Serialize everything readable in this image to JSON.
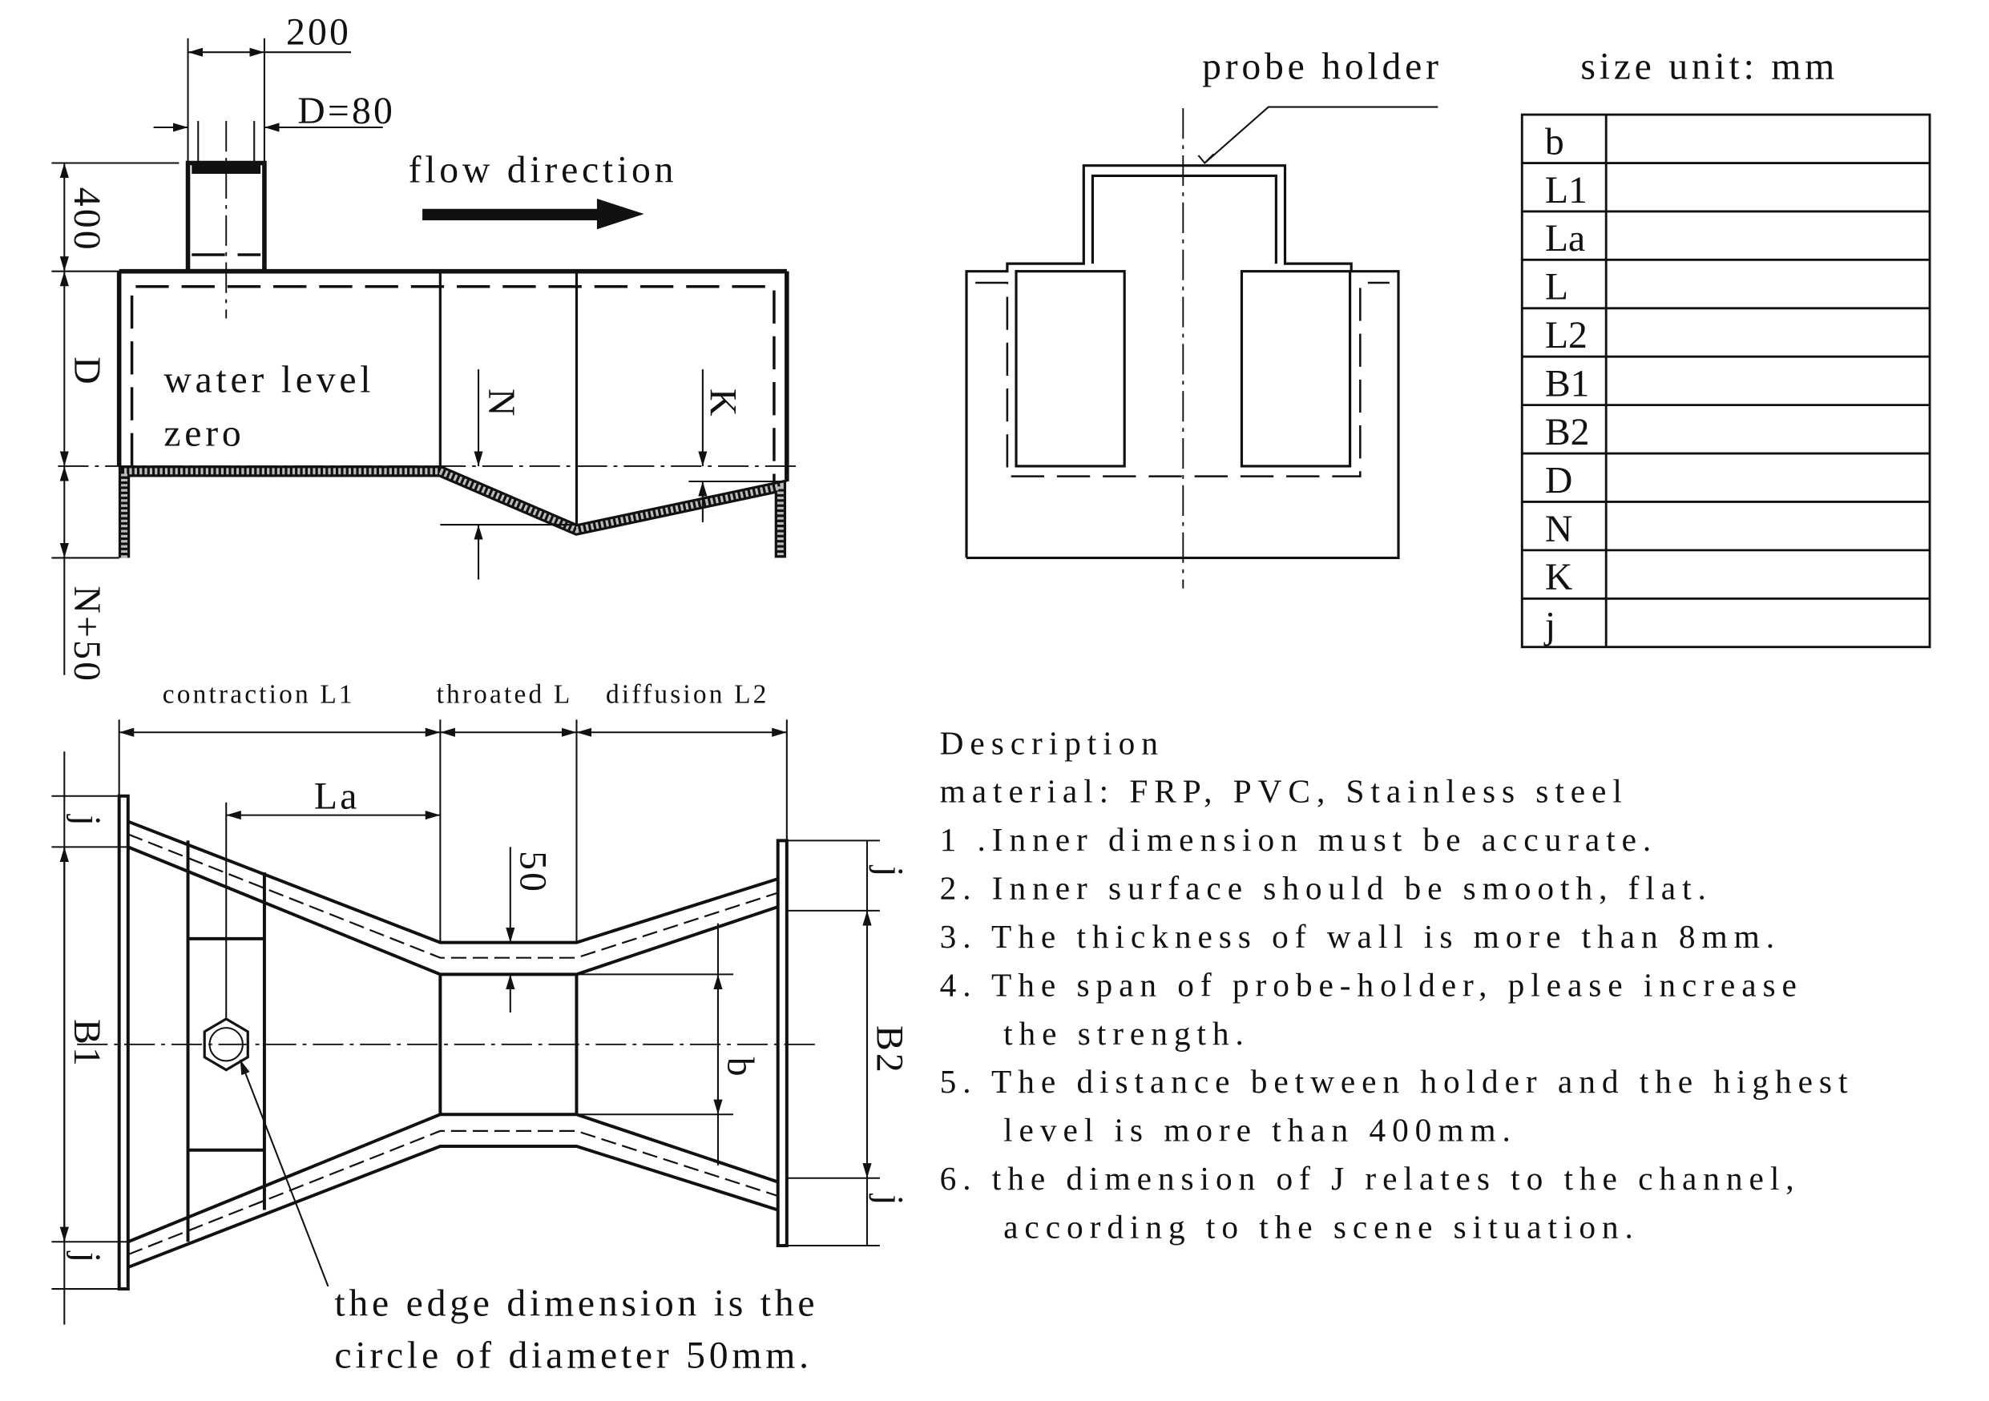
{
  "elevation_view": {
    "dim_200": "200",
    "dim_d80": "D=80",
    "dim_400": "400",
    "dim_d": "D",
    "dim_n50": "N+50",
    "dim_n": "N",
    "dim_k": "K",
    "flow_label": "flow direction",
    "water_level_line1": "water level",
    "water_level_line2": "zero"
  },
  "section_view": {
    "probe_holder_label": "probe holder"
  },
  "size_table": {
    "unit_label": "size unit: mm",
    "rows": [
      "b",
      "L1",
      "La",
      "L",
      "L2",
      "B1",
      "B2",
      "D",
      "N",
      "K",
      "j"
    ]
  },
  "plan_view": {
    "contraction_label": "contraction L1",
    "throated_label": "throated L",
    "diffusion_label": "diffusion L2",
    "dim_la": "La",
    "dim_50": "50",
    "dim_b": "b",
    "dim_b1": "B1",
    "dim_b2": "B2",
    "dim_j": "j",
    "note_line1": "the edge dimension is the",
    "note_line2": "circle of diameter 50mm."
  },
  "description": {
    "title": "Description",
    "material": "material: FRP, PVC, Stainless steel",
    "lines": [
      "1 .Inner dimension must be accurate.",
      "2. Inner surface should be smooth, flat.",
      "3. The thickness of wall is more than 8mm.",
      "4. The span of probe-holder, please increase",
      "   the strength.",
      "5. The distance between holder and the highest",
      "   level is more than 400mm.",
      "6. the dimension of J relates to the channel,",
      "   according to the scene situation."
    ]
  }
}
